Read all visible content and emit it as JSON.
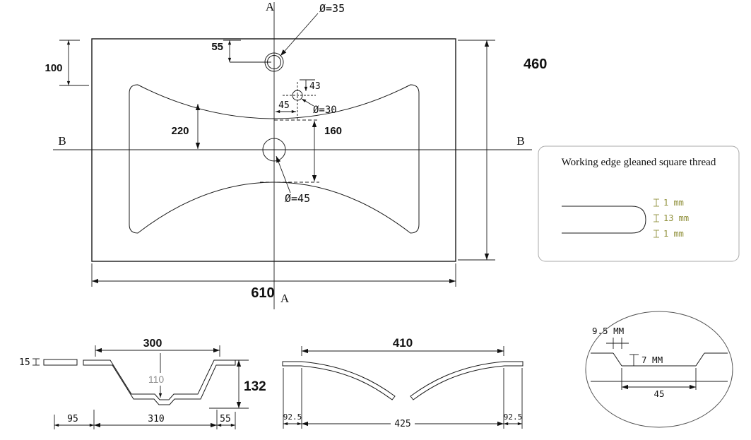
{
  "plan": {
    "axis_a": "A",
    "axis_b": "B",
    "overall_width": "610",
    "overall_height": "460",
    "rim_top_offset": "100",
    "faucet_offset": "55",
    "faucet_diameter": "Ø=35",
    "overflow_vertical": "43",
    "overflow_horizontal": "45",
    "overflow_diameter": "Ø=30",
    "basin_left_depth": "220",
    "drain_to_overflow": "160",
    "drain_diameter": "Ø=45"
  },
  "thread_note": {
    "title": "Working edge gleaned square thread",
    "top_thickness": "1 mm",
    "middle_thickness": "13 mm",
    "bottom_thickness": "1 mm"
  },
  "section_a": {
    "rim_thickness": "15",
    "opening_width": "300",
    "bowl_depth": "110",
    "total_height": "132",
    "bottom_left": "95",
    "bottom_middle": "310",
    "bottom_right": "55"
  },
  "section_b": {
    "opening_width": "410",
    "bottom_left": "92.5",
    "bottom_middle": "425",
    "bottom_right": "92.5"
  },
  "detail": {
    "notch_top_width": "9.5 MM",
    "notch_depth": "7 MM",
    "notch_bottom_width": "45"
  }
}
